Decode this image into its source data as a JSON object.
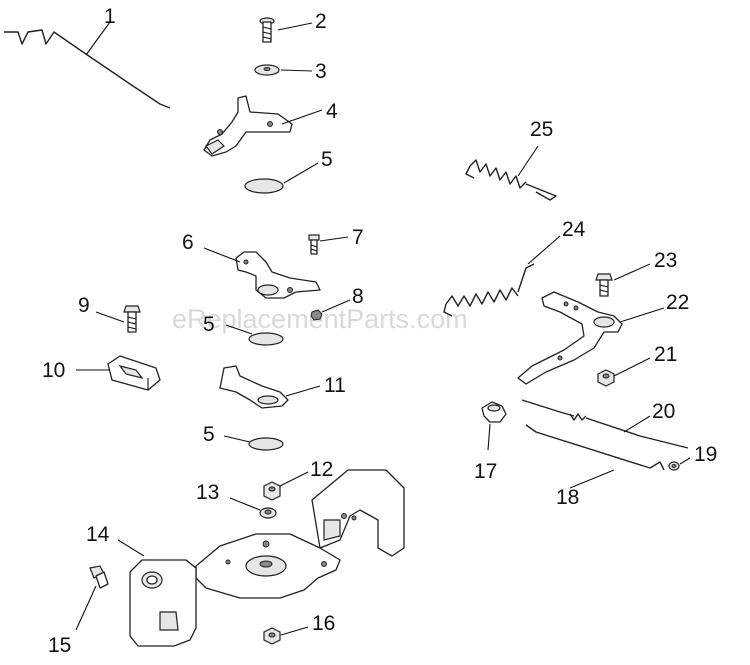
{
  "watermark": "eReplacementParts.com",
  "callouts": {
    "c1": "1",
    "c2": "2",
    "c3": "3",
    "c4": "4",
    "c5a": "5",
    "c5b": "5",
    "c5c": "5",
    "c6": "6",
    "c7": "7",
    "c8": "8",
    "c9": "9",
    "c10": "10",
    "c11": "11",
    "c12": "12",
    "c13": "13",
    "c14": "14",
    "c15": "15",
    "c16": "16",
    "c17": "17",
    "c18": "18",
    "c19": "19",
    "c20": "20",
    "c21": "21",
    "c22": "22",
    "c23": "23",
    "c24": "24",
    "c25": "25"
  }
}
